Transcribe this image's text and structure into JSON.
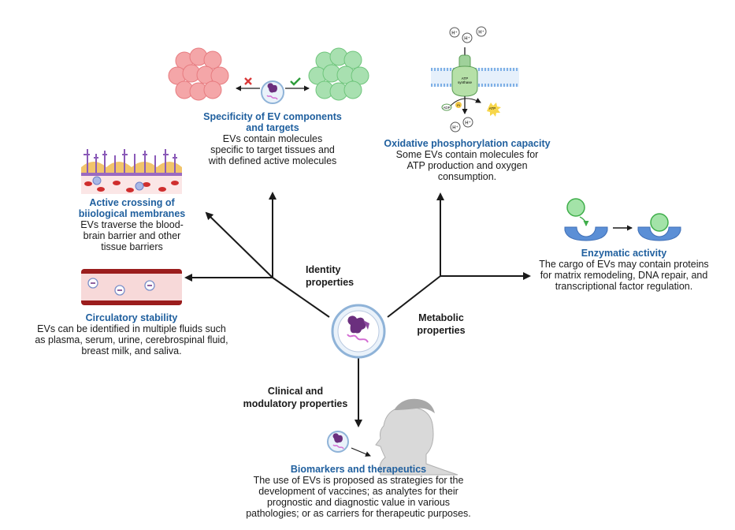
{
  "center_icon": "extracellular-vesicle-icon",
  "branch_labels": {
    "identity": [
      "Identity",
      "properties"
    ],
    "metabolic": [
      "Metabolic",
      "properties"
    ],
    "clinical": [
      "Clinical and",
      "modulatory properties"
    ]
  },
  "nodes": {
    "specificity": {
      "title": [
        "Specificity of EV components",
        "and targets"
      ],
      "desc": [
        "EVs contain molecules",
        "specific to target tissues and",
        "with defined active molecules"
      ]
    },
    "membranes": {
      "title": [
        "Active crossing of",
        "biiological membranes"
      ],
      "desc": [
        "EVs traverse the blood-",
        "brain barrier and other",
        "tissue barriers"
      ]
    },
    "circulatory": {
      "title": [
        "Circulatory stability"
      ],
      "desc": [
        "EVs can be identified in multiple fluids such",
        "as plasma, serum, urine, cerebrospinal fluid,",
        "breast milk, and saliva."
      ]
    },
    "oxphos": {
      "title": [
        "Oxidative phosphorylation capacity"
      ],
      "desc": [
        "Some EVs contain molecules for",
        "ATP production and oxygen",
        "consumption."
      ]
    },
    "enzymatic": {
      "title": [
        "Enzymatic activity"
      ],
      "desc": [
        "The cargo of EVs may contain proteins",
        "for matrix remodeling, DNA repair, and",
        "transcriptional factor regulation."
      ]
    },
    "biomarkers": {
      "title": [
        "Biomarkers and therapeutics"
      ],
      "desc": [
        "The use of EVs is proposed as strategies for the",
        "development of vaccines; as analytes for their",
        "prognostic and diagnostic value in various",
        "pathologies; or as carriers for therapeutic purposes."
      ]
    }
  },
  "atp_synthase_label": [
    "ATP",
    "synthase"
  ],
  "proton_label": "H⁺",
  "adp_label": "ADP",
  "pi_label": "Pi",
  "atp_label": "ATP",
  "colors": {
    "title_blue": "#1f5f9e",
    "arrow": "#1a1a1a",
    "red_cells": "#f4a6a8",
    "green_cells": "#a8e0b0",
    "vessel_red": "#9b1d1d",
    "enzyme_blue": "#5b8fd6",
    "substrate_green": "#a3e3a8",
    "ev_purple": "#7a3d8c"
  }
}
